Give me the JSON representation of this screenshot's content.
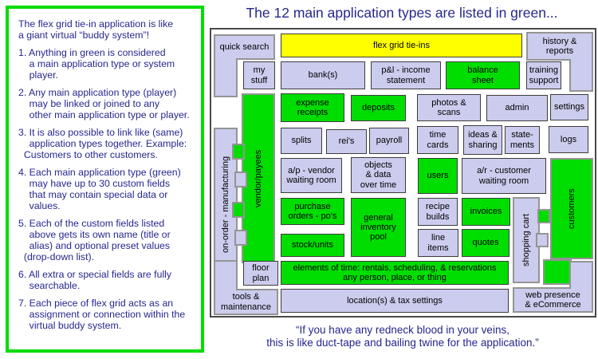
{
  "colors": {
    "main_type_green": "#00dd00",
    "module_lavender": "#ccccee",
    "flex_grid_yellow": "#ffff00",
    "text_navy": "#26268f"
  },
  "left_panel": {
    "intro": "The flex grid tie-in application is like\na giant virtual “buddy system”!",
    "items": [
      "1. Anything in green is considered\n    a main application type or system\n    player.",
      "2. Any main application type (player)\n    may be linked or joined to any\n    other main application type or player.",
      "3. It is also possible to link like (same)\n    application types together. Example:\n  Customers to other customers.",
      "4. Each main application type (green)\n    may have up to 30 custom fields\n    that may contain special data or\n    values.",
      "5. Each of the custom fields listed\n    above gets its own name (title or\n    alias) and optional preset values\n  (drop-down list).",
      "6. All extra or special fields are fully\n    searchable.",
      "7. Each piece of flex grid acts as an\n    assignment or connection within the\n    virtual buddy system."
    ]
  },
  "title": "The 12 main application types are listed in green...",
  "quote": "“If you have any redneck blood in your veins,\nthis is like duct-tape and bailing twine for the application.”",
  "grid": {
    "boxes": {
      "quick_search": "quick search",
      "flex_grid_tie_ins": "flex grid tie-ins",
      "history_reports": "history &\nreports",
      "my_stuff": "my\nstuff",
      "banks": "bank(s)",
      "pl_income": "p&l - income\nstatement",
      "balance_sheet": "balance\nsheet",
      "training_support": "training\nsupport",
      "on_order": "on-order - manufacturing",
      "vendor_payees": "vendor/payees",
      "expense_receipts": "expense\nreceipts",
      "deposits": "deposits",
      "photos_scans": "photos &\nscans",
      "admin": "admin",
      "settings": "settings",
      "splits": "splits",
      "reis": "rei's",
      "payroll": "payroll",
      "time_cards": "time\ncards",
      "ideas_sharing": "ideas &\nsharing",
      "statements": "state-\nments",
      "logs": "logs",
      "ap_vendor": "a/p - vendor\nwaiting room",
      "objects_data": "objects\n& data\nover time",
      "users": "users",
      "ar_customer": "a/r - customer\nwaiting room",
      "customers": "customers",
      "purchase_orders": "purchase\norders - po's",
      "general_inventory": "general\ninventory\npool",
      "recipe_builds": "recipe\nbuilds",
      "invoices": "invoices",
      "shopping_cart": "shopping cart",
      "stock_units": "stock/units",
      "line_items": "line\nitems",
      "quotes": "quotes",
      "floor_plan": "floor\nplan",
      "elements_time": "elements of time: rentals, scheduling, & reservations\nany person, place, or thing",
      "tools_maintenance": "tools &\nmaintenance",
      "locations_tax": "location(s) & tax settings",
      "web_presence": "web presence\n& eCommerce"
    }
  }
}
